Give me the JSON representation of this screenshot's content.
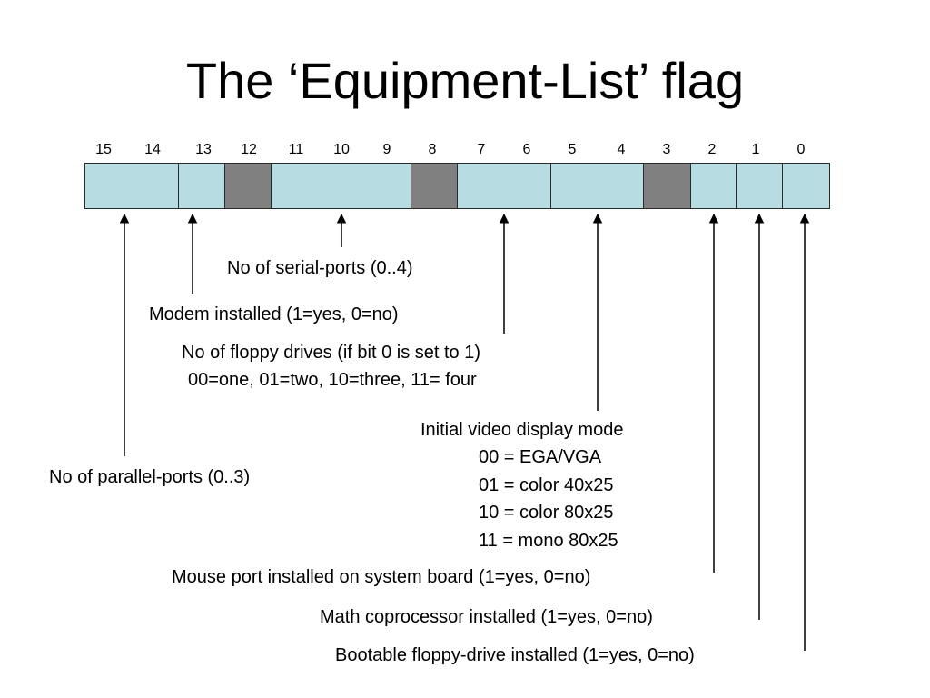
{
  "title": "The ‘Equipment-List’ flag",
  "bit_numbers": [
    "15",
    "14",
    "13",
    "12",
    "11",
    "10",
    "9",
    "8",
    "7",
    "6",
    "5",
    "4",
    "3",
    "2",
    "1",
    "0"
  ],
  "fields": [
    {
      "id": "parallel",
      "bits": [
        15,
        14
      ],
      "reserved": false,
      "color": "#b7dde3"
    },
    {
      "id": "modem",
      "bits": [
        13
      ],
      "reserved": false,
      "color": "#b7dde3"
    },
    {
      "id": "reserved-12",
      "bits": [
        12
      ],
      "reserved": true,
      "color": "#808080"
    },
    {
      "id": "serial",
      "bits": [
        11,
        10,
        9
      ],
      "reserved": false,
      "color": "#b7dde3"
    },
    {
      "id": "reserved-8",
      "bits": [
        8
      ],
      "reserved": true,
      "color": "#808080"
    },
    {
      "id": "floppy-count",
      "bits": [
        7,
        6
      ],
      "reserved": false,
      "color": "#b7dde3"
    },
    {
      "id": "video",
      "bits": [
        5,
        4
      ],
      "reserved": false,
      "color": "#b7dde3"
    },
    {
      "id": "reserved-3",
      "bits": [
        3
      ],
      "reserved": true,
      "color": "#808080"
    },
    {
      "id": "mouse",
      "bits": [
        2
      ],
      "reserved": false,
      "color": "#b7dde3"
    },
    {
      "id": "math",
      "bits": [
        1
      ],
      "reserved": false,
      "color": "#b7dde3"
    },
    {
      "id": "bootable",
      "bits": [
        0
      ],
      "reserved": false,
      "color": "#b7dde3"
    }
  ],
  "labels": {
    "serial": "No of serial-ports (0..4)",
    "modem": "Modem installed (1=yes, 0=no)",
    "floppy_line1": "No of floppy drives (if bit 0 is set to 1)",
    "floppy_line2": "00=one, 01=two, 10=three, 11= four",
    "video_title": "Initial video display mode",
    "video_modes": [
      "00 = EGA/VGA",
      "01 = color 40x25",
      "10 = color 80x25",
      "11 = mono 80x25"
    ],
    "parallel": "No of parallel-ports (0..3)",
    "mouse": "Mouse port installed on system board (1=yes, 0=no)",
    "math": "Math coprocessor installed (1=yes, 0=no)",
    "bootable": "Bootable floppy-drive installed (1=yes, 0=no)"
  }
}
